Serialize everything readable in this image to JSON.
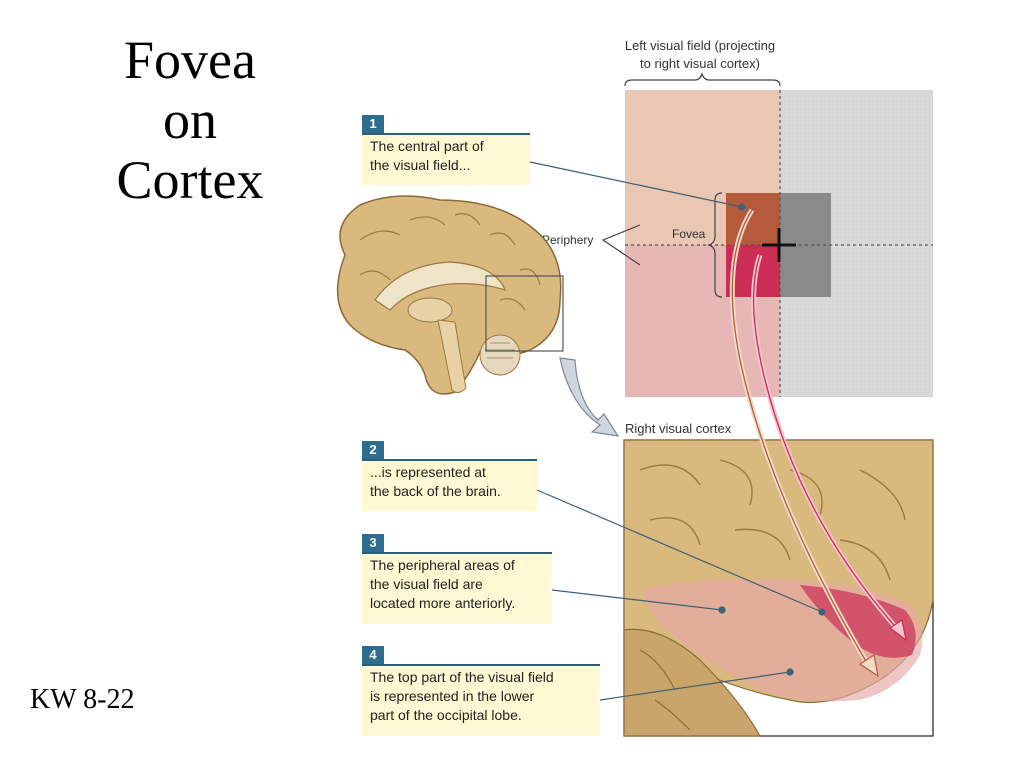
{
  "title": [
    "Fovea",
    "on",
    "Cortex"
  ],
  "reference": "KW 8-22",
  "visual_field": {
    "heading_line1": "Left visual field (projecting",
    "heading_line2": "to right visual cortex)",
    "fovea_label": "Fovea",
    "periphery_label": "Periphery"
  },
  "cortex_label": "Right visual cortex",
  "callouts": [
    {
      "num": "1",
      "text": "The central part of\nthe visual field..."
    },
    {
      "num": "2",
      "text": "...is represented at\nthe back of the brain."
    },
    {
      "num": "3",
      "text": "The peripheral areas of\nthe visual field are\nlocated more anteriorly."
    },
    {
      "num": "4",
      "text": "The top part of the visual field\nis represented in the lower\npart of the occipital lobe."
    }
  ],
  "colors": {
    "callout_bg": "#fff8d2",
    "callout_badge": "#2d6c8f",
    "upper_field": "#e9c7b2",
    "lower_field": "#e6b7b4",
    "right_field": "#d9d9d9",
    "fovea_upper": "#b65a3c",
    "fovea_lower": "#cc2d55",
    "brain": "#d9b97e"
  }
}
